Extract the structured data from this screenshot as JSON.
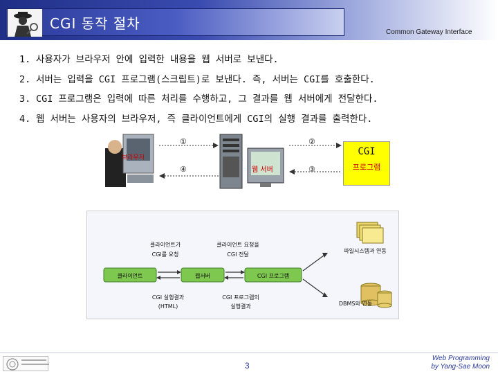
{
  "header": {
    "title": "CGI 동작 절차",
    "subtitle": "Common Gateway Interface"
  },
  "steps": [
    {
      "num": "1.",
      "text": "사용자가 브라우저 안에 입력한 내용을 웹 서버로 보낸다."
    },
    {
      "num": "2.",
      "text": "서버는 입력을 CGI 프로그램(스크립트)로 보낸다. 즉, 서버는 CGI를 호출한다."
    },
    {
      "num": "3.",
      "text": "CGI 프로그램은 입력에 따른 처리를 수행하고, 그 결과를 웹 서버에게 전달한다."
    },
    {
      "num": "4.",
      "text": "웹 서버는 사용자의 브라우저, 즉 클라이언트에게 CGI의 실행 결과를 출력한다."
    }
  ],
  "diagram1": {
    "step1": "①",
    "step2": "②",
    "step3": "③",
    "step4": "④",
    "browser_label": "브라우저",
    "server_label": "웹 서버",
    "cgi_title": "CGI",
    "cgi_sub": "프로그램"
  },
  "diagram2": {
    "client": "클라이언트",
    "webserver": "웹서버",
    "cgi_program": "CGI 프로그램",
    "label_request": "클라이언트가\nCGI를 요청",
    "label_forward": "클라이언트 요청을\nCGI 전달",
    "label_result_html": "CGI 실행결과\n(HTML)",
    "label_cgi_result": "CGI 프로그램의\n실행결과",
    "file_system": "파일시스템과 연동",
    "dbms": "DBMS와 연동"
  },
  "footer": {
    "page_number": "3",
    "credit_line1": "Web Programming",
    "credit_line2": "by Yang-Sae Moon"
  },
  "colors": {
    "header_dark": "#1f2f86",
    "cgi_yellow": "#ffff00",
    "node_green": "#7ec850",
    "accent_blue": "#2a3a9a"
  }
}
